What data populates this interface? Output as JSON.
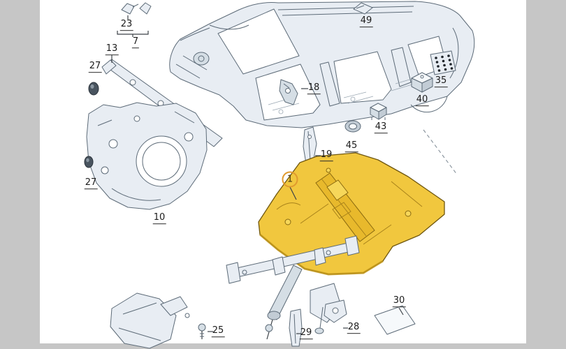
{
  "colors": {
    "highlight": "#e09a2e",
    "carpet": "#f1c73e",
    "line": "#5d6b78",
    "background": "#c6c6c6",
    "part_fill": "#e8edf3"
  },
  "callouts": {
    "c23": {
      "label": "23"
    },
    "c7": {
      "label": "7"
    },
    "c13": {
      "label": "13"
    },
    "c27a": {
      "label": "27"
    },
    "c27b": {
      "label": "27"
    },
    "c10": {
      "label": "10"
    },
    "c18": {
      "label": "18"
    },
    "c49": {
      "label": "49"
    },
    "c19": {
      "label": "19"
    },
    "c45": {
      "label": "45"
    },
    "c43": {
      "label": "43"
    },
    "c35": {
      "label": "35"
    },
    "c40": {
      "label": "40"
    },
    "c1": {
      "label": "1"
    },
    "c25": {
      "label": "25"
    },
    "c29": {
      "label": "29"
    },
    "c28": {
      "label": "28"
    },
    "c30": {
      "label": "30"
    }
  }
}
